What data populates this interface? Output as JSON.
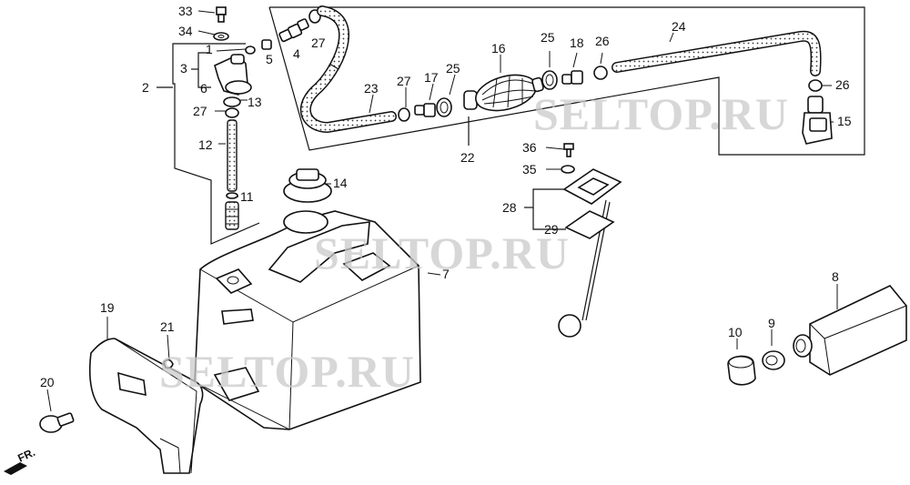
{
  "watermarks": [
    "SELTOP.RU",
    "SELTOP.RU",
    "SELTOP.RU"
  ],
  "labels": {
    "p1": "1",
    "p2": "2",
    "p3": "3",
    "p4": "4",
    "p5": "5",
    "p6": "6",
    "p7": "7",
    "p8": "8",
    "p9": "9",
    "p10": "10",
    "p11": "11",
    "p12": "12",
    "p13": "13",
    "p14": "14",
    "p15": "15",
    "p16": "16",
    "p17": "17",
    "p18": "18",
    "p19": "19",
    "p20": "20",
    "p21": "21",
    "p22": "22",
    "p23": "23",
    "p24": "24",
    "p25a": "25",
    "p25b": "25",
    "p26a": "26",
    "p26b": "26",
    "p27a": "27",
    "p27b": "27",
    "p27c": "27",
    "p28": "28",
    "p29": "29",
    "p33": "33",
    "p34": "34",
    "p35": "35",
    "p36": "36"
  },
  "front_marker": "FR."
}
